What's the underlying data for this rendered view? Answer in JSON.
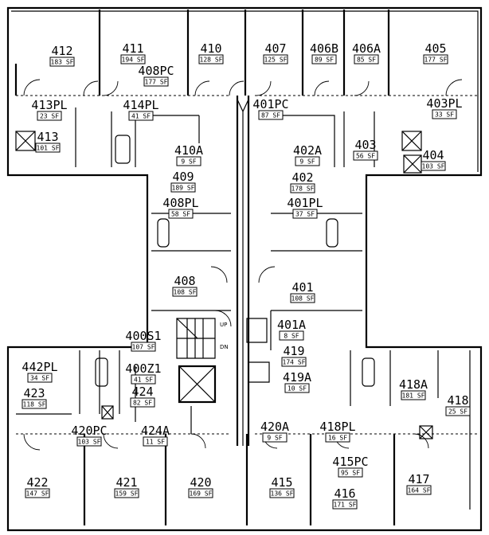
{
  "floor_plan": {
    "rooms": [
      {
        "id": "412",
        "label": "412",
        "area": "183 SF"
      },
      {
        "id": "411",
        "label": "411",
        "area": "194 SF"
      },
      {
        "id": "410",
        "label": "410",
        "area": "128 SF"
      },
      {
        "id": "407",
        "label": "407",
        "area": "125 SF"
      },
      {
        "id": "406B",
        "label": "406B",
        "area": "89 SF"
      },
      {
        "id": "406A",
        "label": "406A",
        "area": "85 SF"
      },
      {
        "id": "405",
        "label": "405",
        "area": "177 SF"
      },
      {
        "id": "408PC",
        "label": "408PC",
        "area": "177 SF"
      },
      {
        "id": "413PL",
        "label": "413PL",
        "area": "23 SF"
      },
      {
        "id": "414PL",
        "label": "414PL",
        "area": "41 SF"
      },
      {
        "id": "413",
        "label": "413",
        "area": "101 SF"
      },
      {
        "id": "401PC",
        "label": "401PC",
        "area": "87 SF"
      },
      {
        "id": "403PL",
        "label": "403PL",
        "area": "33 SF"
      },
      {
        "id": "403",
        "label": "403",
        "area": "56 SF"
      },
      {
        "id": "404",
        "label": "404",
        "area": "103 SF"
      },
      {
        "id": "410A",
        "label": "410A",
        "area": "9 SF"
      },
      {
        "id": "409",
        "label": "409",
        "area": "189 SF"
      },
      {
        "id": "408PL",
        "label": "408PL",
        "area": "58 SF"
      },
      {
        "id": "402A",
        "label": "402A",
        "area": "9 SF"
      },
      {
        "id": "402",
        "label": "402",
        "area": "178 SF"
      },
      {
        "id": "401PL",
        "label": "401PL",
        "area": "37 SF"
      },
      {
        "id": "408",
        "label": "408",
        "area": "108 SF"
      },
      {
        "id": "401",
        "label": "401",
        "area": "108 SF"
      },
      {
        "id": "400S1",
        "label": "400S1",
        "area": "107 SF"
      },
      {
        "id": "401A",
        "label": "401A",
        "area": "8 SF"
      },
      {
        "id": "419",
        "label": "419",
        "area": "174 SF"
      },
      {
        "id": "419A",
        "label": "419A",
        "area": "10 SF"
      },
      {
        "id": "442PL",
        "label": "442PL",
        "area": "34 SF"
      },
      {
        "id": "423",
        "label": "423",
        "area": "118 SF"
      },
      {
        "id": "400Z1",
        "label": "400Z1",
        "area": "41 SF"
      },
      {
        "id": "424",
        "label": "424",
        "area": "82 SF"
      },
      {
        "id": "418A",
        "label": "418A",
        "area": "181 SF"
      },
      {
        "id": "418",
        "label": "418",
        "area": "25 SF"
      },
      {
        "id": "420PC",
        "label": "420PC",
        "area": "103 SF"
      },
      {
        "id": "424A",
        "label": "424A",
        "area": "11 SF"
      },
      {
        "id": "420A",
        "label": "420A",
        "area": "9 SF"
      },
      {
        "id": "418PL",
        "label": "418PL",
        "area": "16 SF"
      },
      {
        "id": "415PC",
        "label": "415PC",
        "area": "95 SF"
      },
      {
        "id": "422",
        "label": "422",
        "area": "147 SF"
      },
      {
        "id": "421",
        "label": "421",
        "area": "159 SF"
      },
      {
        "id": "420",
        "label": "420",
        "area": "169 SF"
      },
      {
        "id": "415",
        "label": "415",
        "area": "136 SF"
      },
      {
        "id": "416",
        "label": "416",
        "area": "171 SF"
      },
      {
        "id": "417",
        "label": "417",
        "area": "164 SF"
      }
    ],
    "stair_labels": {
      "up": "UP",
      "down": "DN"
    }
  }
}
